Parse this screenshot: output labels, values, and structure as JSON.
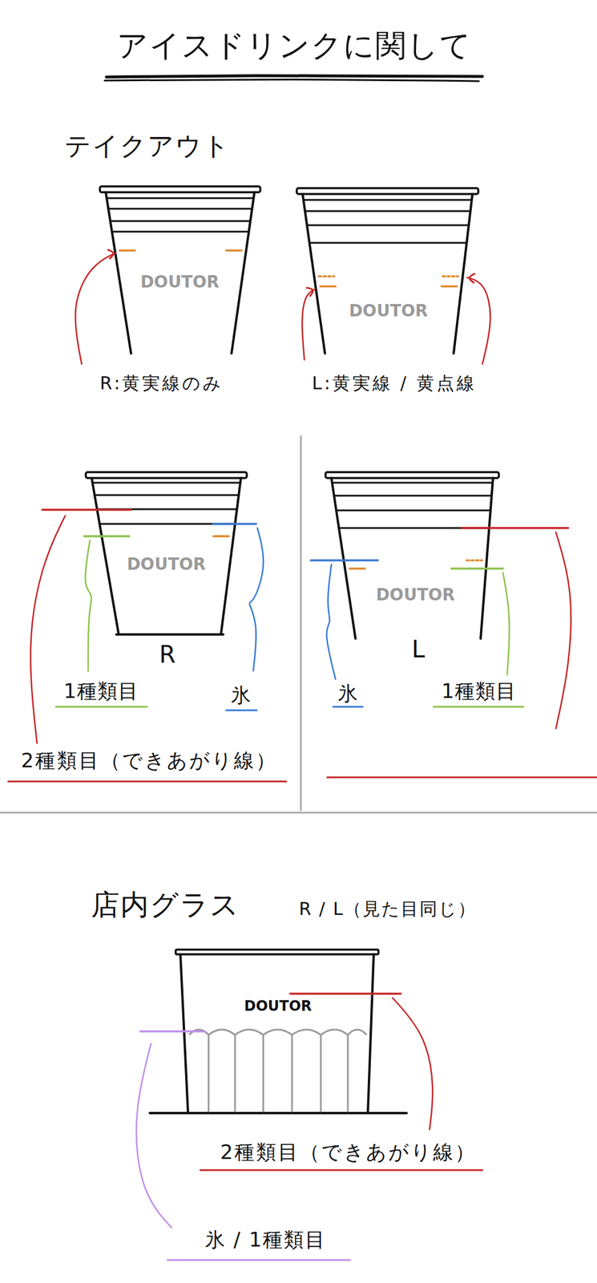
{
  "diagram": {
    "title": "アイスドリンクに関して",
    "labels": [
      "テイクアウト",
      "DOUTOR",
      "DOUTOR",
      "R:黄実線のみ",
      "L:黄実線 / 黄点線",
      "DOUTOR",
      "R",
      "1種類目",
      "氷",
      "2種類目（できあがり線）",
      "DOUTOR",
      "L",
      "氷",
      "1種類目",
      "店内グラス",
      "R / L（見た目同じ）",
      "DOUTOR",
      "2種類目（できあがり線）",
      "氷 / 1種類目"
    ]
  }
}
